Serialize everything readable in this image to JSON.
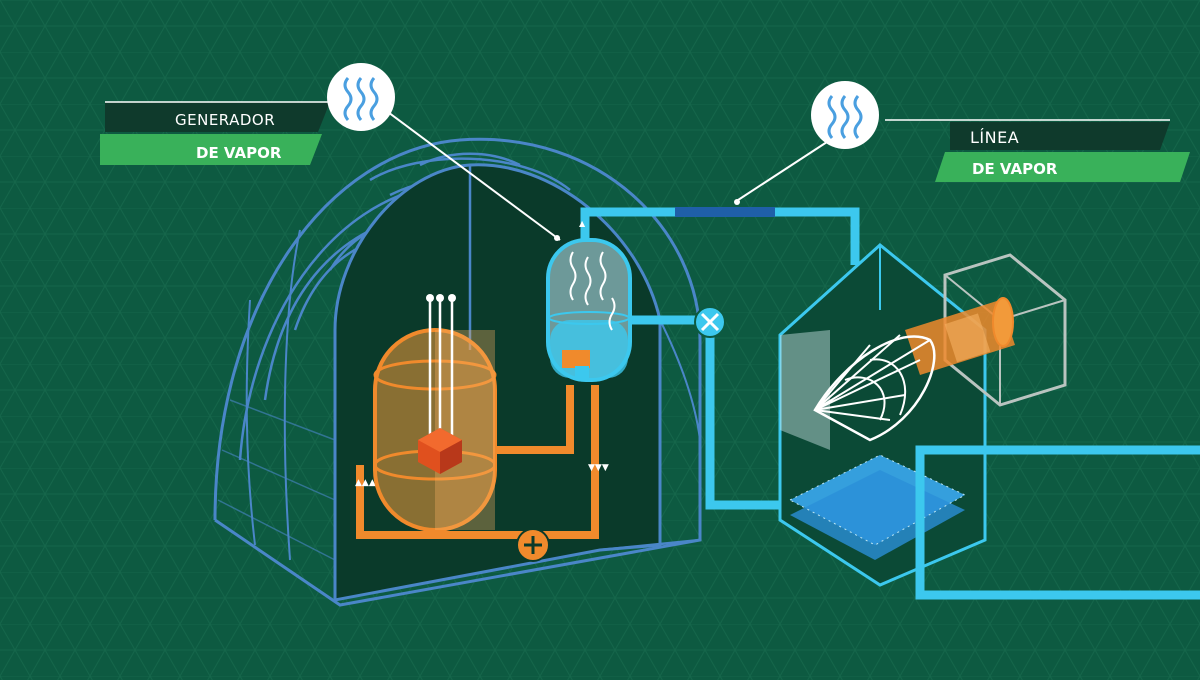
{
  "labels": {
    "steam_generator": {
      "line1": "GENERADOR",
      "line2": "DE VAPOR"
    },
    "steam_line": {
      "line1": "LÍNEA",
      "line2": "DE VAPOR"
    }
  },
  "icons": {
    "steam_generator_badge": "steam-waves-icon",
    "steam_line_badge": "steam-waves-icon",
    "pump_primary": "pump-icon",
    "pump_secondary": "pump-icon"
  },
  "colors": {
    "background": "#0d5a41",
    "grid": "#1c6e52",
    "containment_outline": "#4a86c8",
    "containment_interior": "#0a3a2a",
    "primary_loop": "#f08a2c",
    "reactor_fill": "#f29a3a",
    "core": "#e0501e",
    "secondary_loop": "#3cc8ee",
    "steam_line_highlight": "#1f5fa8",
    "label_dark": "#0f3a2c",
    "label_green": "#39b15a",
    "badge_bg": "#ffffff",
    "badge_waves": "#4a9fe0",
    "turbine_box": "#b9c4c0",
    "condenser": "#3aa8f0"
  }
}
